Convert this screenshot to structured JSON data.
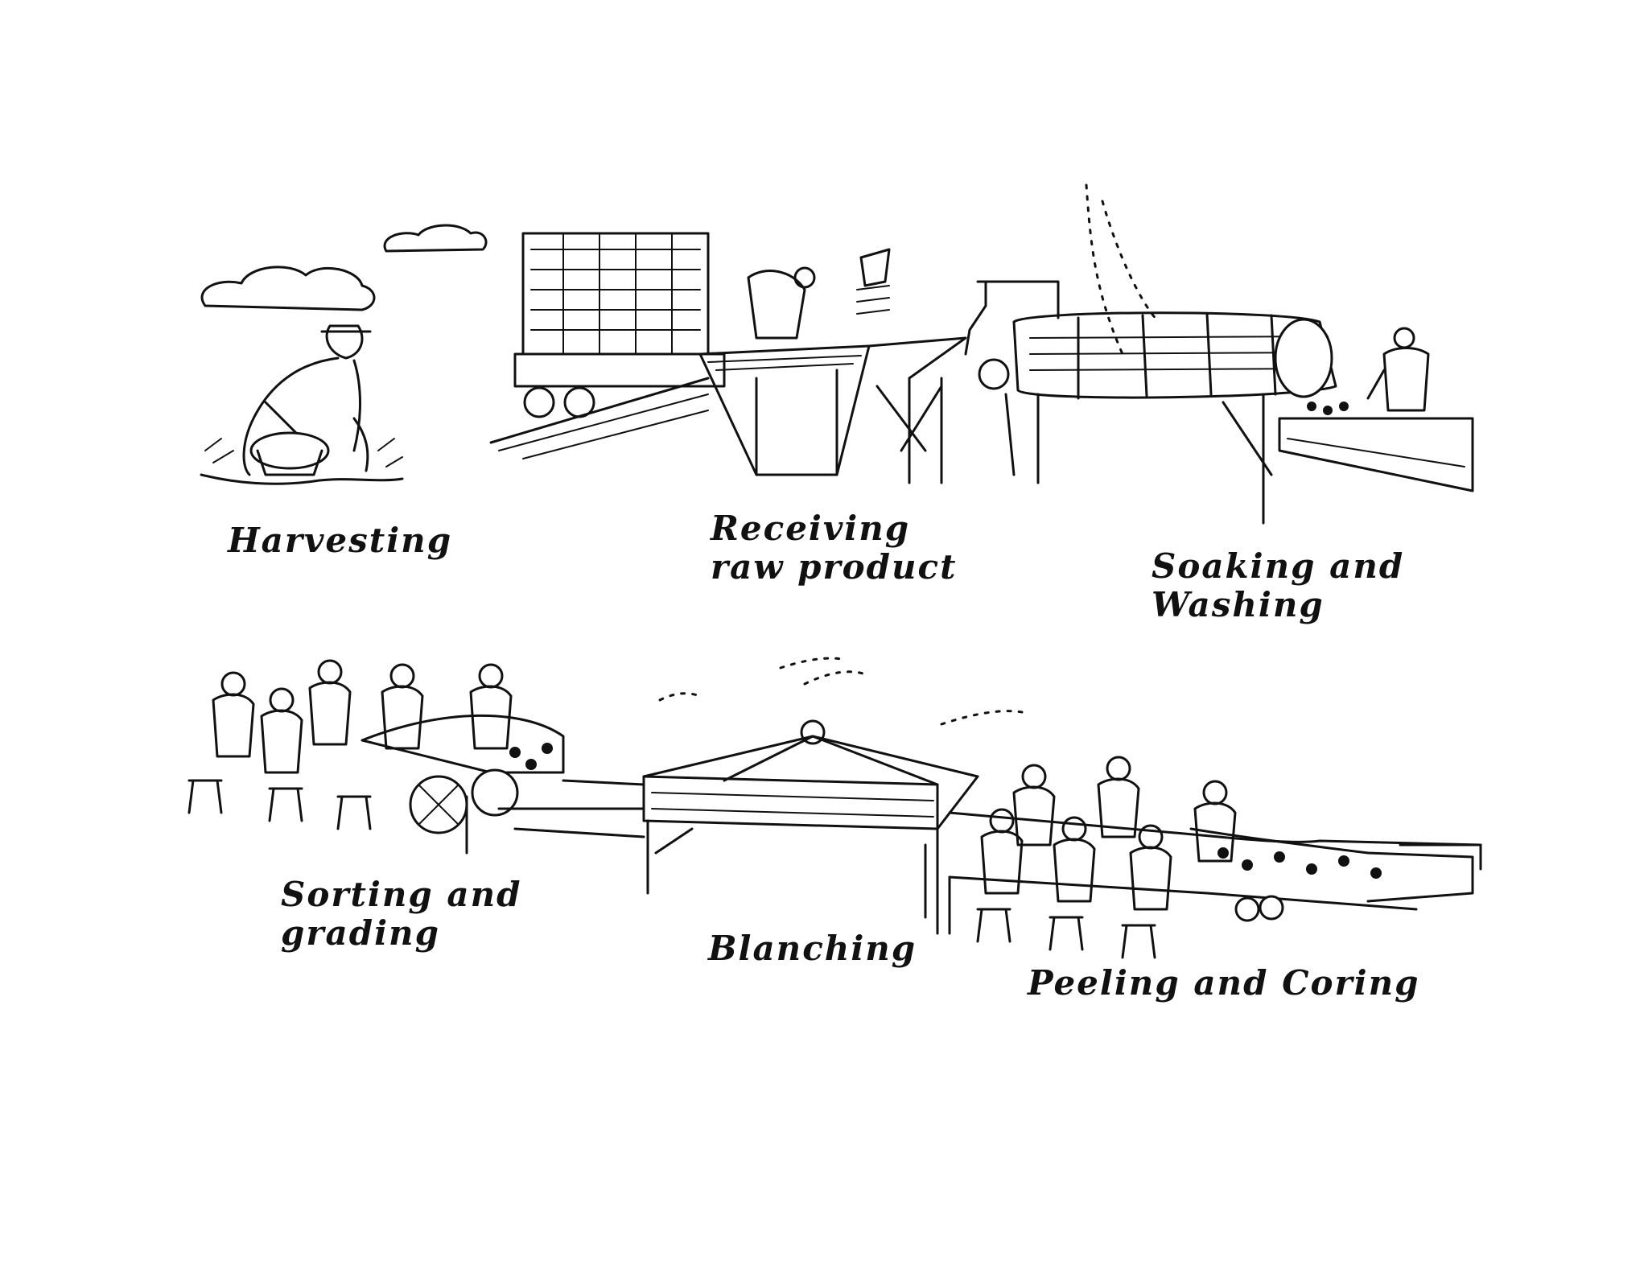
{
  "stages": [
    {
      "id": "harvesting",
      "lines": [
        "Harvesting"
      ]
    },
    {
      "id": "receiving",
      "lines": [
        "Receiving",
        "raw product"
      ]
    },
    {
      "id": "soaking",
      "lines": [
        "Soaking and",
        "Washing"
      ]
    },
    {
      "id": "sorting",
      "lines": [
        "Sorting and",
        "grading"
      ]
    },
    {
      "id": "blanching",
      "lines": [
        "Blanching"
      ]
    },
    {
      "id": "peeling",
      "lines": [
        "Peeling and Coring"
      ]
    }
  ]
}
